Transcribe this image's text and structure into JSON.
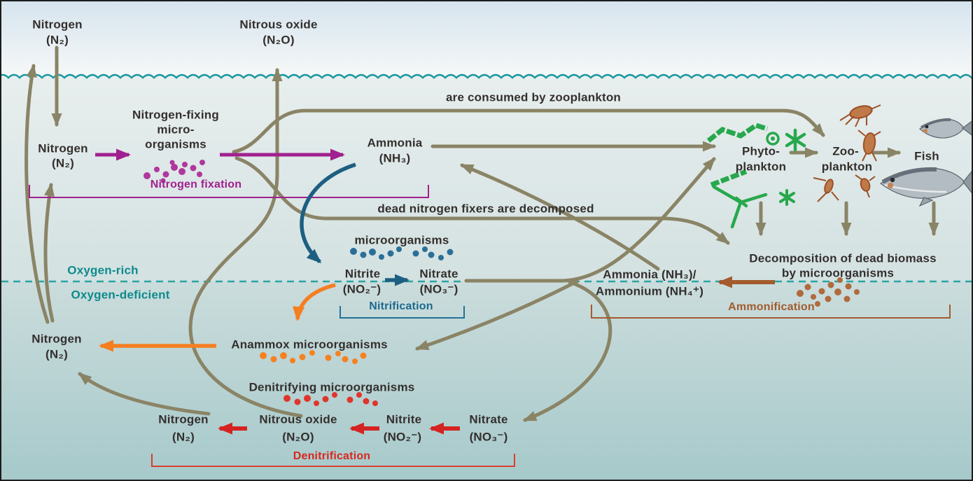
{
  "atmosphere": {
    "nitrogen": [
      "Nitrogen",
      "(N₂)"
    ],
    "nitrous_oxide": [
      "Nitrous oxide",
      "(N₂O)"
    ]
  },
  "surface_zone": {
    "nitrogen_dissolved": [
      "Nitrogen",
      "(N₂)"
    ],
    "nitrogen_fixers": [
      "Nitrogen-fixing",
      "micro-",
      "organisms"
    ],
    "nitrogen_fixation_label": "Nitrogen fixation",
    "ammonia": [
      "Ammonia",
      "(NH₃)"
    ],
    "consumed_note": "are consumed by zooplankton",
    "decomposed_note": "dead nitrogen fixers are decomposed",
    "nitrifying_microorganisms": "microorganisms",
    "nitrite": [
      "Nitrite",
      "(NO₂⁻)"
    ],
    "nitrate": [
      "Nitrate",
      "(NO₃⁻)"
    ],
    "nitrification_label": "Nitrification",
    "phytoplankton": [
      "Phyto-",
      "plankton"
    ],
    "zooplankton": [
      "Zoo-",
      "plankton"
    ],
    "fish": "Fish",
    "decomposition": [
      "Decomposition of dead biomass",
      "by microorganisms"
    ],
    "ammonium": [
      "Ammonia (NH₃)/",
      "Ammonium (NH₄⁺)"
    ],
    "ammonification_label": "Ammonification"
  },
  "zone_labels": {
    "rich": "Oxygen-rich",
    "deficient": "Oxygen-deficient"
  },
  "deep_zone": {
    "nitrogen_product": [
      "Nitrogen",
      "(N₂)"
    ],
    "anammox": "Anammox microorganisms",
    "denitrifying": "Denitrifying microorganisms",
    "chain_nitrogen": [
      "Nitrogen",
      "(N₂)"
    ],
    "chain_nitrous_oxide": [
      "Nitrous oxide",
      "(N₂O)"
    ],
    "chain_nitrite": [
      "Nitrite",
      "(NO₂⁻)"
    ],
    "chain_nitrate": [
      "Nitrate",
      "(NO₃⁻)"
    ],
    "denitrification_label": "Denitrification"
  },
  "icons": {
    "phytoplankton": "green algae and diatom drawings",
    "zooplankton": "brown copepod and krill drawings",
    "fish": "two gray fish drawings",
    "water_surface": "teal wavy sea-surface line",
    "oxygen_boundary": "teal dashed oxycline line"
  },
  "colors": {
    "flow_arrow_olive": "#8a8466",
    "nitrogen_fixation_purple": "#a0208f",
    "nitrification_blue": "#1d5f81",
    "anammox_orange": "#f57e20",
    "denitrification_red": "#d42321",
    "ammonification_brown": "#a35b2d",
    "zone_teal": "#0d8a8c",
    "phytoplankton_green": "#27a84c",
    "zooplankton_brown": "#b0663a",
    "text_dark": "#332f2d"
  }
}
